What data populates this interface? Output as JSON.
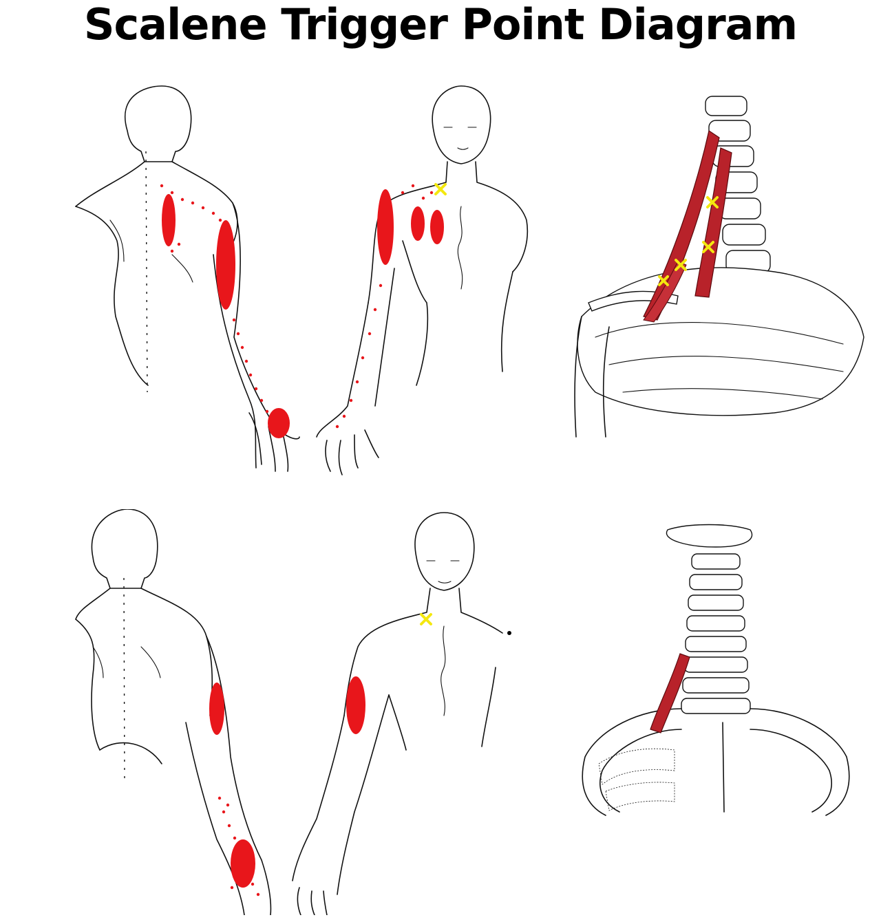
{
  "title": "Scalene Trigger Point Diagram",
  "colors": {
    "pain_zone": "#e8161b",
    "trigger_point": "#f4e80f",
    "muscle": "#b8222a",
    "ink": "#111111",
    "background": "#ffffff"
  },
  "figures": [
    {
      "name": "back-view-top",
      "icon": "human-back-outline"
    },
    {
      "name": "front-view-top",
      "icon": "human-front-outline"
    },
    {
      "name": "neck-anatomy-side",
      "icon": "cervical-spine-scalene-muscles"
    },
    {
      "name": "back-view-bottom",
      "icon": "human-back-outline"
    },
    {
      "name": "front-view-bottom",
      "icon": "human-front-outline"
    },
    {
      "name": "neck-anatomy-front",
      "icon": "cervical-spine-rib-cage"
    }
  ],
  "trigger_marker": "cross-icon"
}
